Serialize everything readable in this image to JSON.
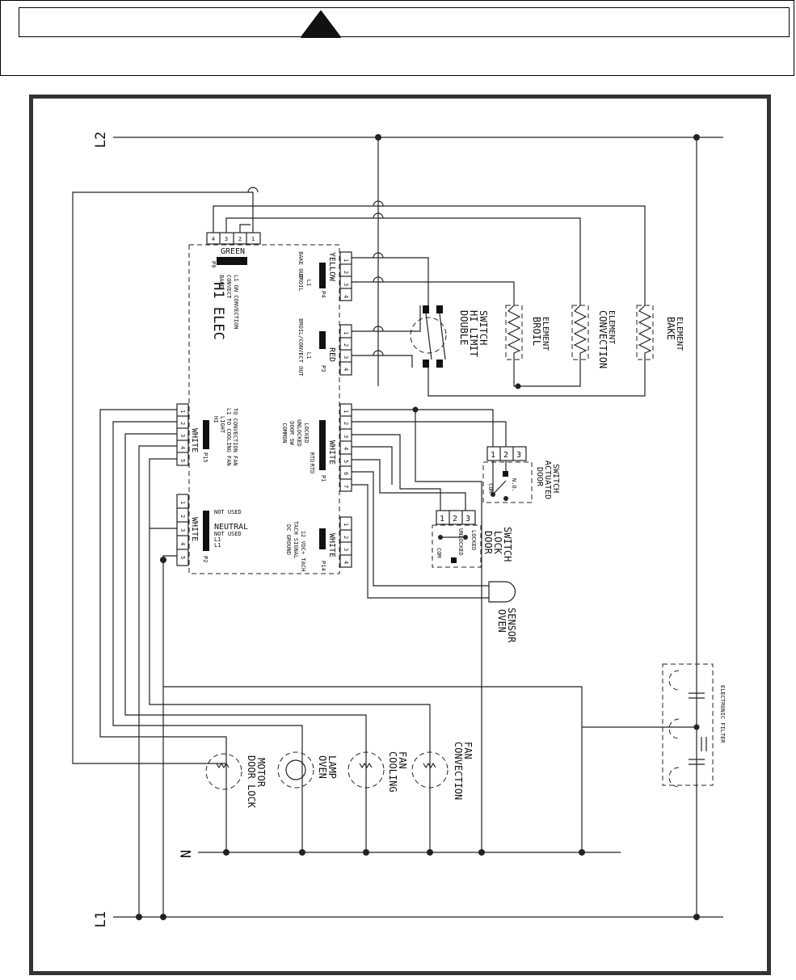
{
  "header": {
    "warning_icon": "warning-triangle-icon"
  },
  "rails": {
    "l2": "L2",
    "l1": "L1",
    "n": "N"
  },
  "board": {
    "title": "H1 ELEC",
    "p9": {
      "id": "P9",
      "color": "GREEN",
      "pins": [
        "4",
        "3",
        "2",
        "1"
      ],
      "desc": [
        "BAKE",
        "CONVECT",
        "L1 GN CONVECTION"
      ]
    },
    "p4": {
      "id": "P4",
      "color": "YELLOW",
      "pins": [
        "4",
        "3",
        "2",
        "1"
      ],
      "labels": [
        "BAKE OUT",
        "BROIL",
        "L1"
      ]
    },
    "p3": {
      "id": "P3",
      "color": "RED",
      "pins": [
        "4",
        "3",
        "2",
        "1"
      ],
      "labels": [
        "BROIL/CONVECT OUT",
        "L1"
      ]
    },
    "p1": {
      "id": "P1",
      "color": "WHITE",
      "pins": [
        "7",
        "6",
        "5",
        "4",
        "3",
        "2",
        "1"
      ],
      "labels": [
        "COMMON",
        "DOOR SW",
        "UNLOCKED",
        "LOCKED",
        "RTD",
        "RTD"
      ]
    },
    "p14": {
      "id": "P14",
      "color": "WHITE",
      "pins": [
        "4",
        "3",
        "2",
        "1"
      ],
      "labels": [
        "DC GROUND",
        "TACH SIGNAL",
        "12 VDC+ TACH"
      ]
    },
    "p15": {
      "id": "P15",
      "color": "WHITE",
      "pins": [
        "5",
        "4",
        "3",
        "2",
        "1"
      ],
      "labels": [
        "HI",
        "LIGHT",
        "L1 TO COOLING FAN",
        "TO CONVECTION FAN"
      ]
    },
    "p2": {
      "id": "P2",
      "color": "WHITE",
      "pins": [
        "5",
        "4",
        "3",
        "2",
        "1"
      ],
      "labels": [
        "NOT USED",
        "NEUTRAL",
        "NOT USED",
        "L1",
        "L1"
      ]
    }
  },
  "components": {
    "double_hi_limit": [
      "DOUBLE",
      "HI LIMIT",
      "SWITCH"
    ],
    "broil_element": [
      "BROIL",
      "ELEMENT"
    ],
    "convection_element": [
      "CONVECTION",
      "ELEMENT"
    ],
    "bake_element": [
      "BAKE",
      "ELEMENT"
    ],
    "door_actuated_switch": [
      "DOOR",
      "ACTUATED",
      "SWITCH"
    ],
    "door_lock_switch": [
      "DOOR",
      "LOCK",
      "SWITCH"
    ],
    "door_lock_switch_states": [
      "UNLOCKED",
      "LOCKED",
      "COM"
    ],
    "door_actuated_states": [
      "COM",
      "N.O."
    ],
    "switch_pins": [
      "1",
      "2",
      "3"
    ],
    "oven_sensor": [
      "OVEN",
      "SENSOR"
    ],
    "door_lock_motor": [
      "DOOR LOCK",
      "MOTOR"
    ],
    "oven_lamp": [
      "OVEN",
      "LAMP"
    ],
    "cooling_fan": [
      "COOLING",
      "FAN"
    ],
    "convection_fan": [
      "CONVECTION",
      "FAN"
    ],
    "electronic_filter": "ELECTRONIC FILTER"
  },
  "colors": {
    "frame": "#333333",
    "wire": "#222222"
  }
}
